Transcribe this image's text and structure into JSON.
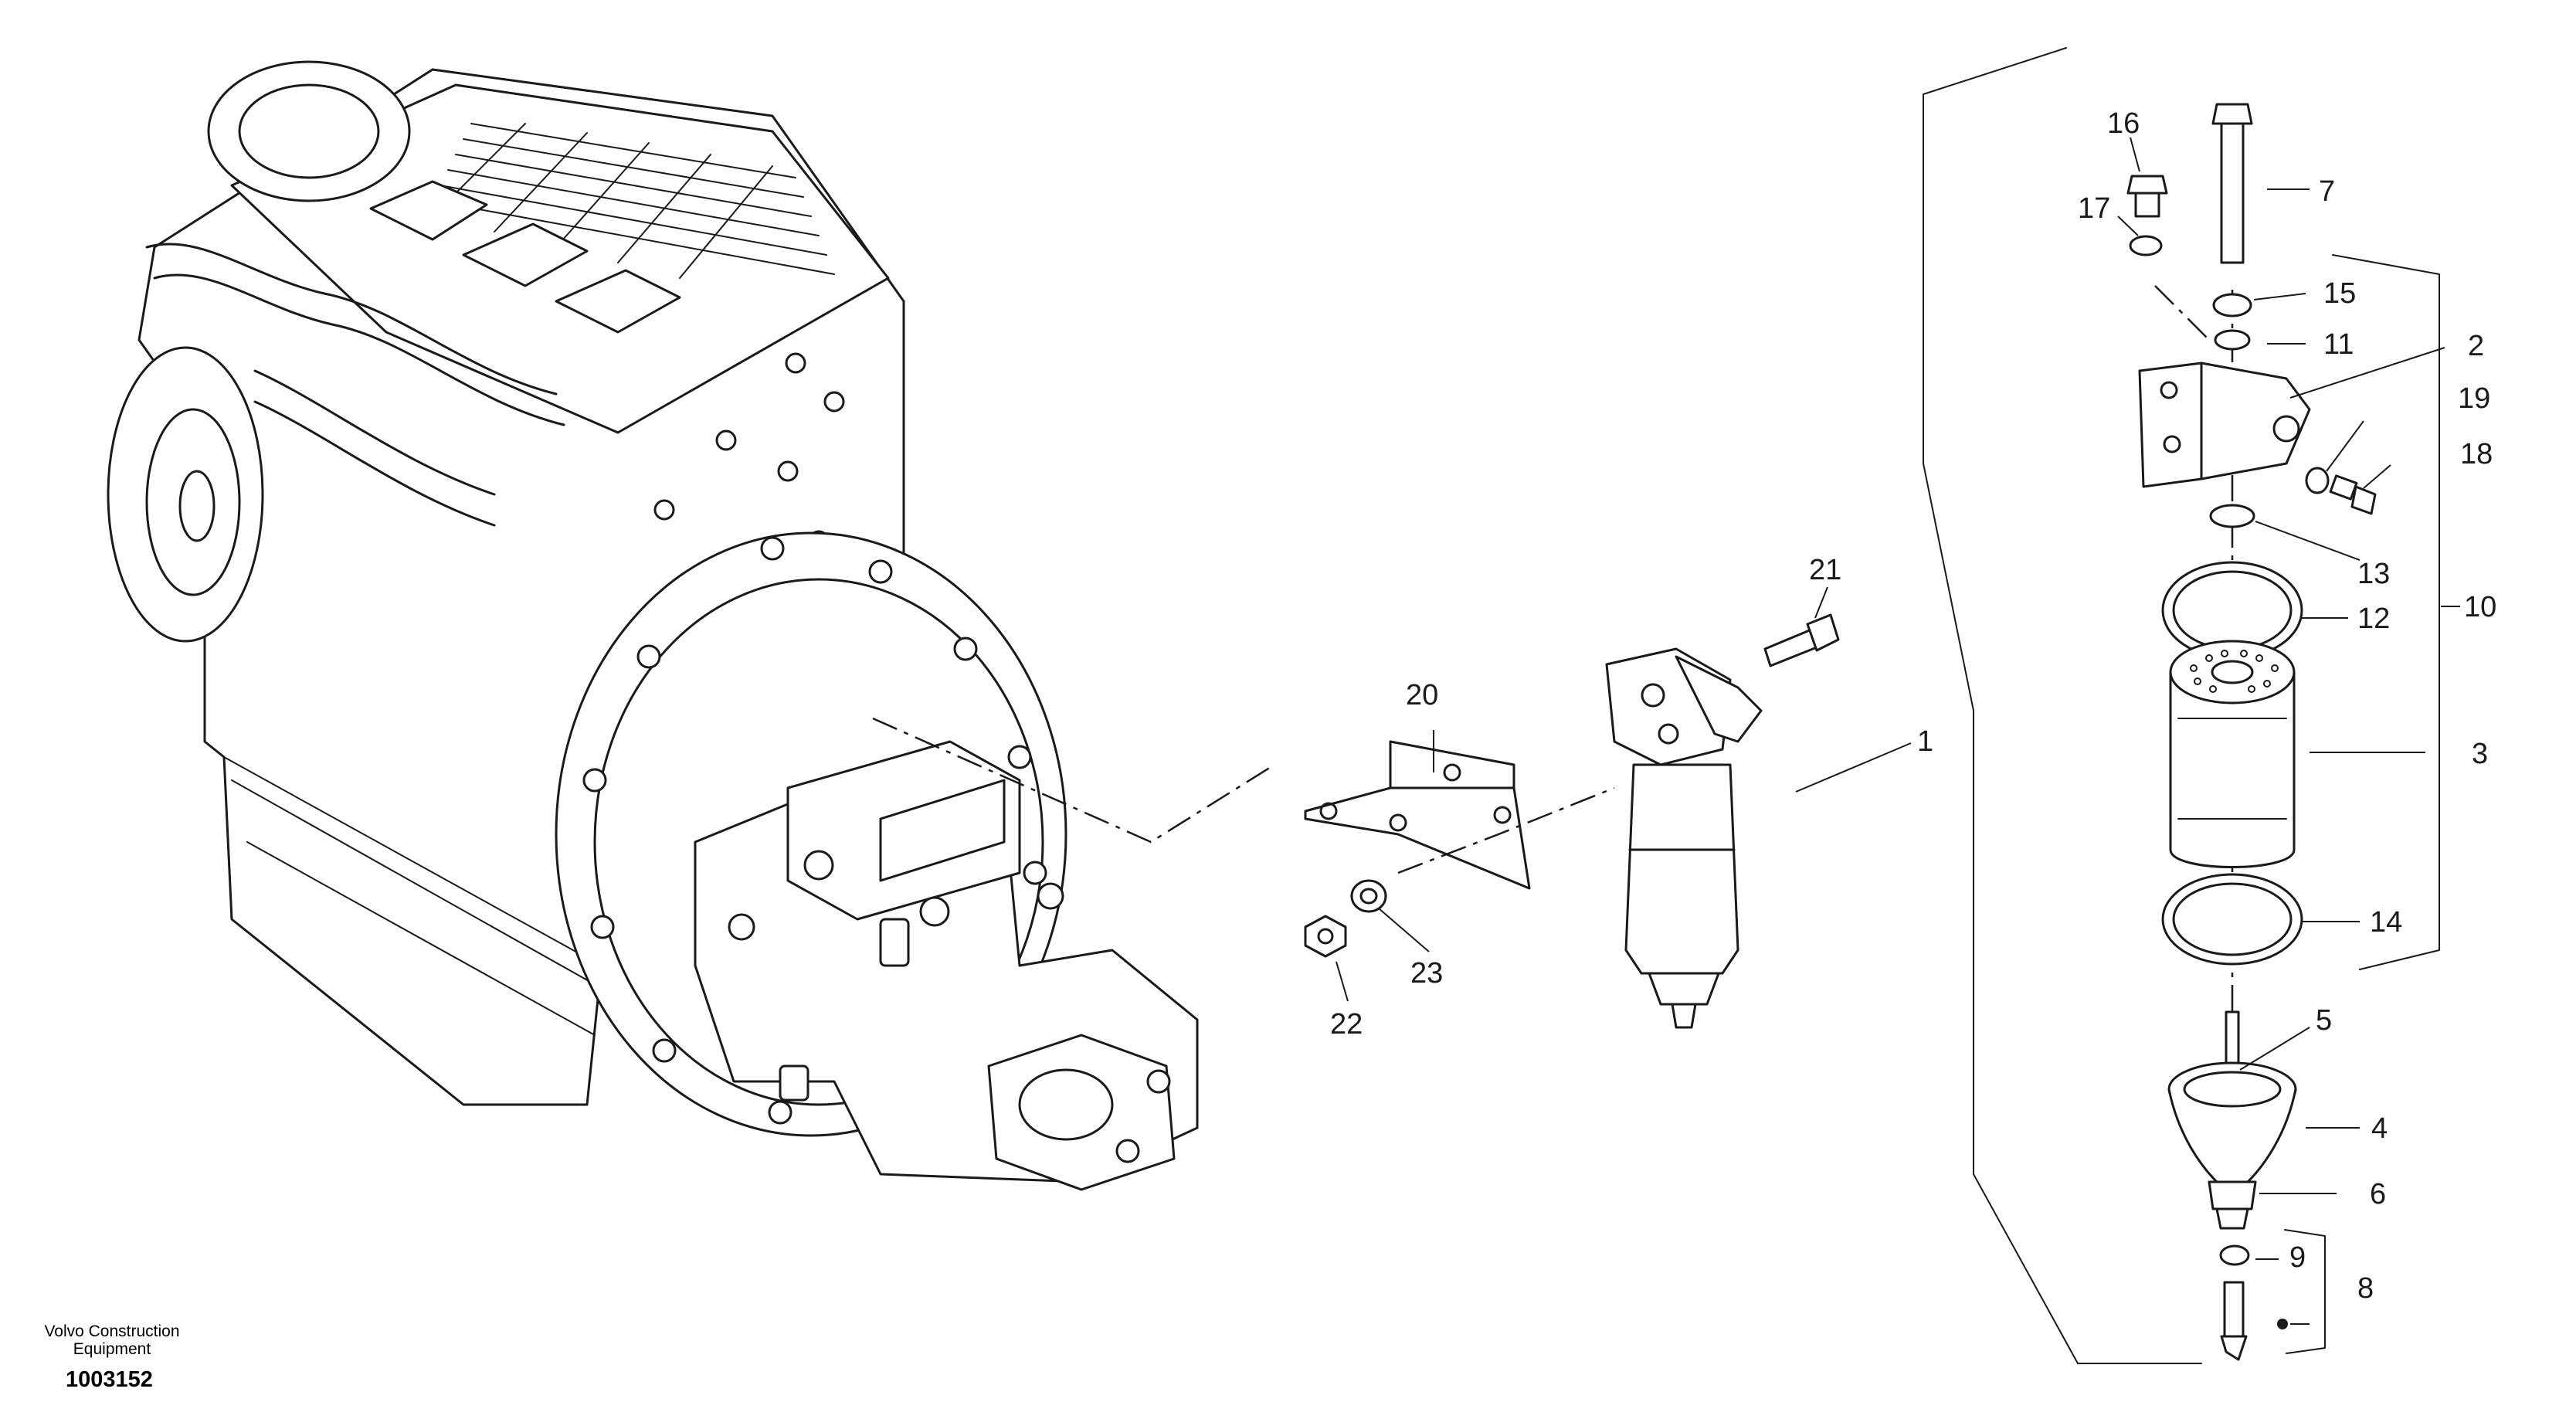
{
  "footer": {
    "brand_line1": "Volvo Construction",
    "brand_line2": "Equipment",
    "document_number": "1003152"
  },
  "callouts": {
    "c1": "1",
    "c2": "2",
    "c3": "3",
    "c4": "4",
    "c5": "5",
    "c6": "6",
    "c7": "7",
    "c8": "8",
    "c9": "9",
    "c10": "10",
    "c11": "11",
    "c12": "12",
    "c13": "13",
    "c14": "14",
    "c15": "15",
    "c16": "16",
    "c17": "17",
    "c18": "18",
    "c19": "19",
    "c20": "20",
    "c21": "21",
    "c22": "22",
    "c23": "23"
  }
}
